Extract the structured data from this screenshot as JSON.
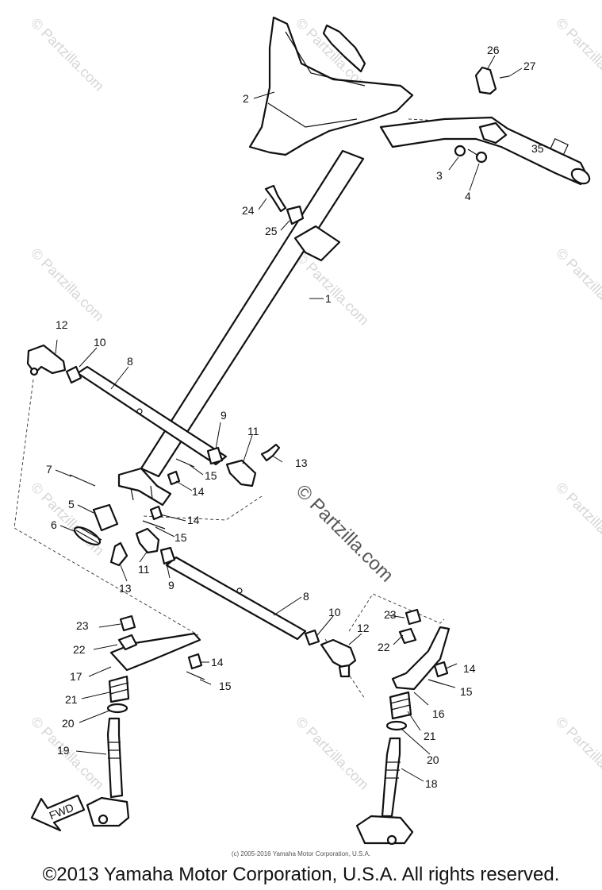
{
  "watermark": "© Partzilla.com",
  "watermark_big": "© Partzilla.com",
  "small_credit": "(c) 2005-2016 Yamaha Motor Corporation, U.S.A.",
  "footer": "©2013 Yamaha Motor Corporation, U.S.A. All rights reserved.",
  "fwd_label": "FWD",
  "handlebar_mark": "35",
  "callouts": {
    "c1": "1",
    "c2": "2",
    "c3": "3",
    "c4": "4",
    "c5": "5",
    "c6": "6",
    "c7": "7",
    "c8a": "8",
    "c8b": "8",
    "c9a": "9",
    "c9b": "9",
    "c10a": "10",
    "c10b": "10",
    "c11a": "11",
    "c11b": "11",
    "c12a": "12",
    "c12b": "12",
    "c13a": "13",
    "c13b": "13",
    "c14a": "14",
    "c14b": "14",
    "c14c": "14",
    "c14d": "14",
    "c15a": "15",
    "c15b": "15",
    "c15c": "15",
    "c15d": "15",
    "c16": "16",
    "c17": "17",
    "c18": "18",
    "c19": "19",
    "c20a": "20",
    "c20b": "20",
    "c21a": "21",
    "c21b": "21",
    "c22a": "22",
    "c22b": "22",
    "c23a": "23",
    "c23b": "23",
    "c24": "24",
    "c25": "25",
    "c26": "26",
    "c27": "27"
  }
}
